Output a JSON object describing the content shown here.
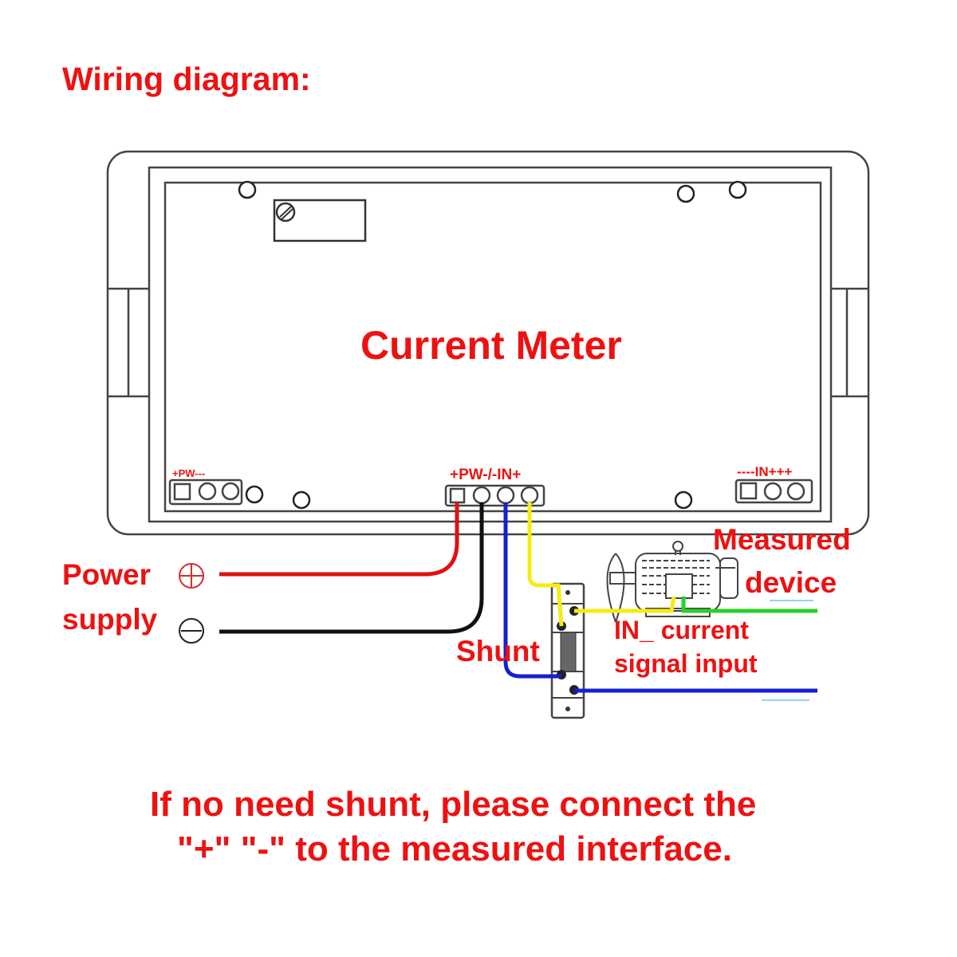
{
  "title": "Wiring diagram:",
  "meter": {
    "name": "Current Meter",
    "terminals": {
      "left_label": "+PW---",
      "center_label": "+PW-/-IN+",
      "right_label": "----IN+++"
    }
  },
  "power_supply": {
    "line1": "Power",
    "line2": "supply",
    "positive_symbol": "plus-circle",
    "negative_symbol": "minus-circle"
  },
  "shunt": {
    "label": "Shunt"
  },
  "measured_device": {
    "line1": "Measured",
    "line2": "device"
  },
  "signal_input": {
    "line1": "IN_ current",
    "line2": "signal input"
  },
  "note": {
    "line1": "If no need shunt, please connect the",
    "line2": "\"+\" \"-\" to the measured interface."
  },
  "wire_colors": {
    "power_positive": "#e01010",
    "power_negative": "#111111",
    "in_negative": "#1520d0",
    "in_positive": "#f5ec10",
    "device_return": "#28d028"
  },
  "label_color": "#ee1111"
}
